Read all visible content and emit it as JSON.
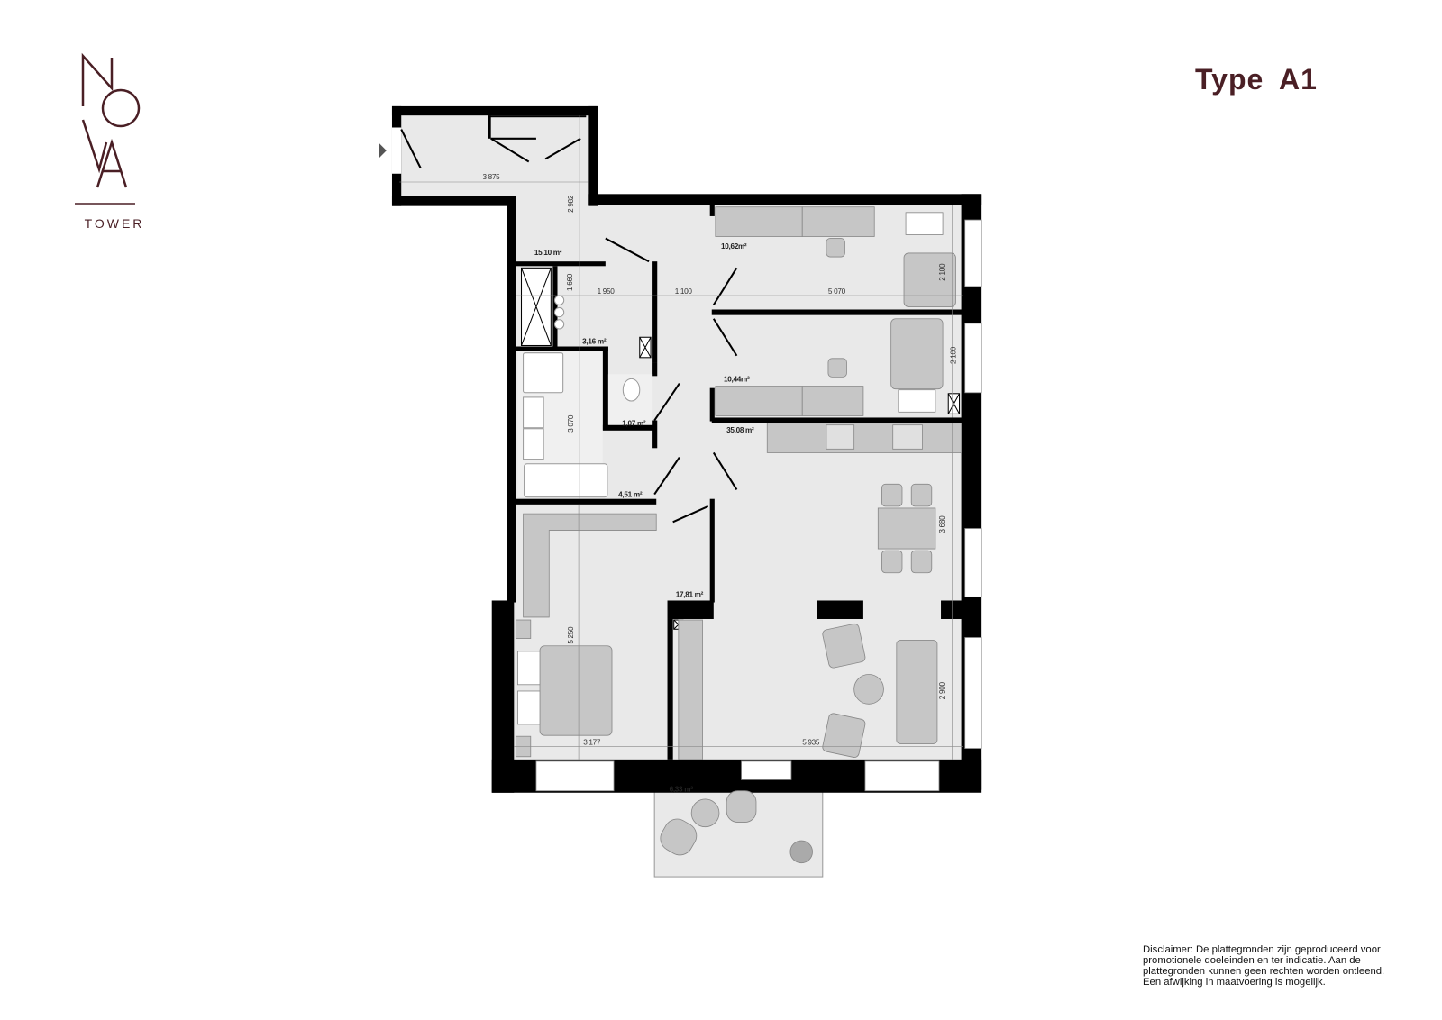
{
  "brand": {
    "logo_text": "NOVA",
    "subtitle": "TOWER",
    "color": "#4a1f25"
  },
  "header": {
    "type_label": "Type  A1"
  },
  "rooms": {
    "hall": "15,10 m²",
    "storage": "3,16 m²",
    "toilet": "1,07 m²",
    "bathroom": "4,51 m²",
    "bedroom_1": "10,62m²",
    "bedroom_2": "10,44m²",
    "living": "35,08 m²",
    "bedroom_master": "17,81 m²",
    "balcony": "6,33 m²"
  },
  "dimensions": {
    "hall_width": "3 875",
    "hall_depth": "2 982",
    "storage_depth": "1 660",
    "storage_width": "1 950",
    "corridor_width": "1 100",
    "bedrooms_length": "5 070",
    "bedroom_1_width": "2 100",
    "bedroom_2_width": "2 100",
    "bathroom_depth": "3 070",
    "living_upper": "3 680",
    "master_depth": "5 250",
    "master_width": "3 177",
    "living_width": "5 935",
    "living_lower": "2 900"
  },
  "disclaimer": [
    "Disclaimer: De plattegronden zijn geproduceerd voor",
    "promotionele doeleinden en ter indicatie. Aan de",
    "plattegronden kunnen geen rechten worden ontleend.",
    "Een afwijking in maatvoering is mogelijk."
  ],
  "colors": {
    "floor": "#e9e9e9",
    "wall": "#000000",
    "furniture": "#c6c6c6"
  }
}
